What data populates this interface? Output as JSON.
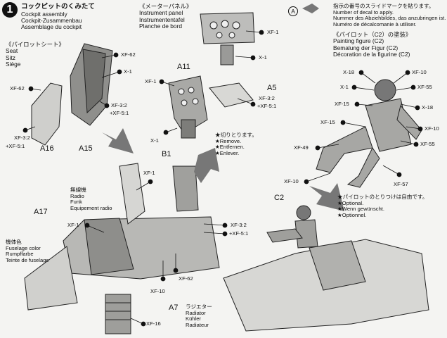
{
  "step": {
    "number": "1",
    "title_jp": "コックピットのくみたて",
    "title_en": "Cockpit assembly",
    "title_de": "Cockpit-Zusammenbau",
    "title_fr": "Assemblage du cockpit"
  },
  "seat": {
    "jp": "《パイロットシート》",
    "en": "Seat",
    "de": "Sitz",
    "fr": "Siège"
  },
  "panel": {
    "jp": "《メーターパネル》",
    "en": "Instrument panel",
    "de": "Instrumententafel",
    "fr": "Planche de bord"
  },
  "decal": {
    "jp": "指示の番号のスライドマークを貼ります。",
    "en": "Number of decal to apply.",
    "de": "Nummer des Abziehbildes, das anzubringen ist.",
    "fr": "Numéro de décalcomanie à utiliser.",
    "marker": "A"
  },
  "figure": {
    "jp": "《パイロット（C2）の塗装》",
    "en": "Painting figure (C2)",
    "de": "Bemalung der Figur (C2)",
    "fr": "Décoration de la figurine (C2)"
  },
  "remove": {
    "jp": "★切りとります。",
    "en": "★Remove.",
    "de": "★Entfernen.",
    "fr": "★Enlever."
  },
  "optional": {
    "jp": "★パイロットのとりつけは自由です。",
    "en": "★Optional.",
    "de": "★Wenn gewünscht.",
    "fr": "★Optionnel."
  },
  "radio": {
    "jp": "無線機",
    "en": "Radio",
    "de": "Funk",
    "fr": "Equipement radio"
  },
  "fuselage": {
    "jp": "機体色",
    "en": "Fuselage color",
    "de": "Rumpffarbe",
    "fr": "Teinte de fuselage"
  },
  "radiator": {
    "part": "A7",
    "jp": "ラジエター",
    "en": "Radiator",
    "de": "Kühler",
    "fr": "Radiateur",
    "paint": "XF-16"
  },
  "parts": {
    "a11": "A11",
    "a5": "A5",
    "a16": "A16",
    "a15": "A15",
    "b1": "B1",
    "a17": "A17",
    "c2": "C2"
  },
  "paints": {
    "seat_back": "XF-62",
    "seat_mid": "X-1",
    "seat_left": "XF-62",
    "seat_mix_a": "XF-3:2",
    "seat_mix_b": "+XF-5:1",
    "seat_low_a": "XF-3:2",
    "seat_low_b": "+XF-5:1",
    "panel_top_right": "XF-1",
    "panel_top_low": "X-1",
    "panel_left": "XF-1",
    "panel_mix_a": "XF-3:2",
    "panel_mix_b": "+XF-5:1",
    "panel_bottom": "X-1",
    "fig_x18_left": "X-18",
    "fig_xf10_top": "XF-10",
    "fig_x1": "X-1",
    "fig_xf55_right": "XF-55",
    "fig_xf15_left": "XF-15",
    "fig_x18_right": "X-18",
    "fig_xf15_mid": "XF-15",
    "fig_xf10_right": "XF-10",
    "fig_xf49": "XF-49",
    "fig_xf55_low": "XF-55",
    "fig_xf10_bottom": "XF-10",
    "fig_xf57": "XF-57",
    "cockpit_xf1_a": "XF-1",
    "cockpit_xf1_b": "XF-1",
    "cockpit_mix_a": "XF-3:2",
    "cockpit_mix_b": "+XF-5:1",
    "cockpit_xf10": "XF-10",
    "cockpit_xf62": "XF-62"
  }
}
